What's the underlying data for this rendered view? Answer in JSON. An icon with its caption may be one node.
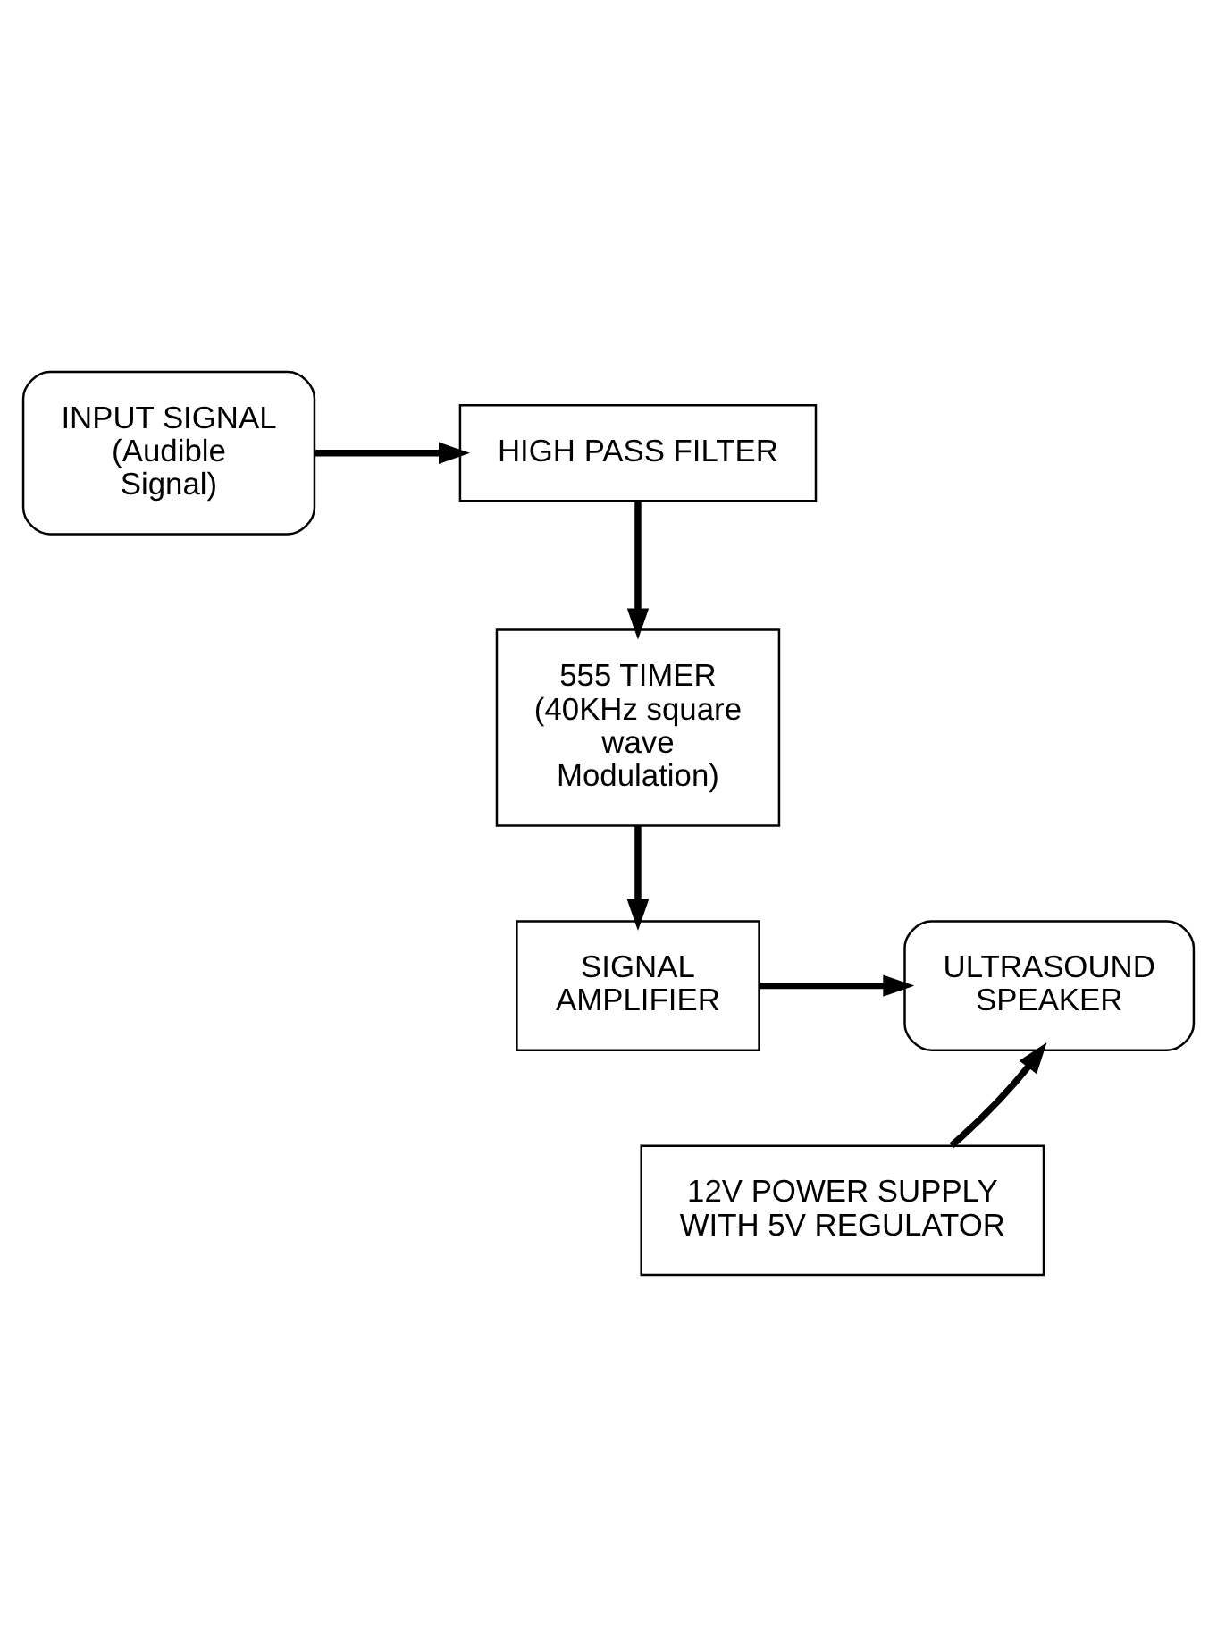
{
  "diagram": {
    "nodes": [
      {
        "text": [
          "INPUT SIGNAL (Audible Signal)"
        ]
      },
      {
        "text": [
          "HIGH PASS FILTER"
        ]
      },
      {
        "text": [
          "555 TIMER (40KHz square wave Modulation)"
        ]
      },
      {
        "text": [
          "SIGNAL AMPLIFIER"
        ]
      },
      {
        "text": [
          "ULTRASOUND SPEAKER"
        ]
      },
      {
        "text": [
          "12V POWER SUPPLY WITH 5V REGULATOR"
        ]
      }
    ],
    "edges": [
      {
        "from": 0,
        "to": 1,
        "arrow": "to"
      },
      {
        "from": 1,
        "to": 2,
        "arrow": "to"
      },
      {
        "from": 2,
        "to": 3,
        "arrow": "to"
      },
      {
        "from": 3,
        "to": 4,
        "arrow": "to"
      },
      {
        "from": 5,
        "to": 4,
        "arrow": "to"
      }
    ]
  }
}
